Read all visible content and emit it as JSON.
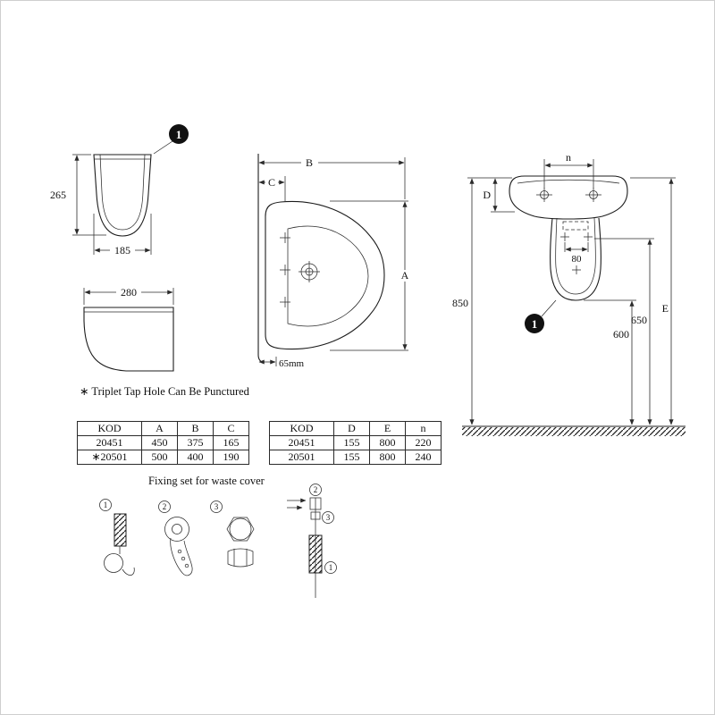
{
  "callout": "1",
  "note": "∗ Triplet Tap Hole Can Be Punctured",
  "dims": {
    "side_height": "265",
    "side_width": "185",
    "profile_width": "280",
    "plan_b": "B",
    "plan_c": "C",
    "plan_a": "A",
    "plan_depth": "65mm",
    "front_n": "n",
    "front_d": "D",
    "front_holes": "80",
    "front_total": "850",
    "front_600": "600",
    "front_650": "650",
    "front_e": "E"
  },
  "tables": {
    "abc": {
      "headers": [
        "KOD",
        "A",
        "B",
        "C"
      ],
      "rows": [
        [
          "20451",
          "450",
          "375",
          "165"
        ],
        [
          "∗20501",
          "500",
          "400",
          "190"
        ]
      ]
    },
    "den": {
      "headers": [
        "KOD",
        "D",
        "E",
        "n"
      ],
      "rows": [
        [
          "20451",
          "155",
          "800",
          "220"
        ],
        [
          "20501",
          "155",
          "800",
          "240"
        ]
      ]
    }
  },
  "fixing": {
    "title": "Fixing set for waste cover",
    "labels": {
      "one": "1",
      "two": "2",
      "three": "3"
    }
  }
}
